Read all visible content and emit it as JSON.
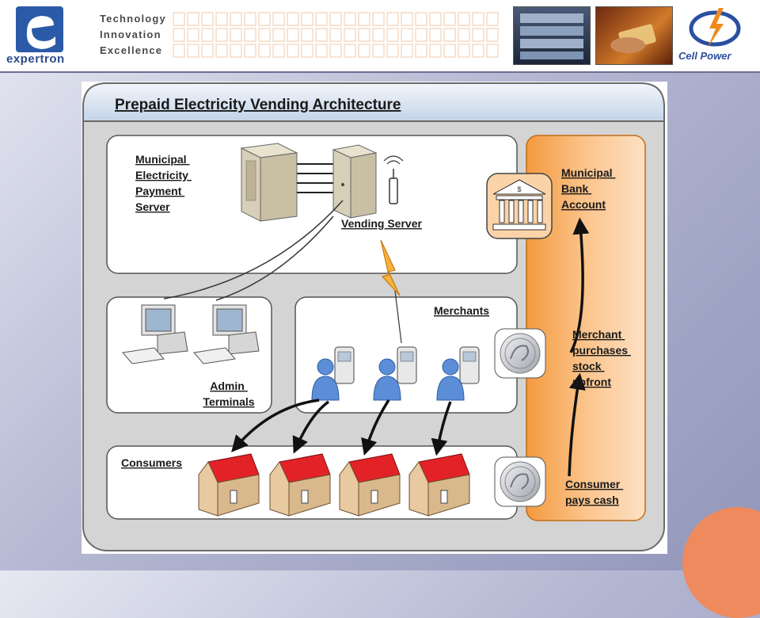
{
  "header": {
    "brand": "expertron",
    "taglines": [
      "Technology",
      "Innovation",
      "Excellence"
    ],
    "partner": "Cell Power"
  },
  "diagram": {
    "title": "Prepaid Electricity Vending Architecture",
    "payment_server_label": [
      "Municipal",
      "Electricity",
      "Payment",
      "Server"
    ],
    "vending_server_label": "Vending Server",
    "bank_label": [
      "Municipal",
      "Bank",
      "Account"
    ],
    "admin_label": [
      "Admin",
      "Terminals"
    ],
    "merchants_label": "Merchants",
    "merchant_flow_label": [
      "Merchant",
      "purchases",
      "stock",
      "upfront"
    ],
    "consumers_label": "Consumers",
    "consumer_flow_label": [
      "Consumer",
      "pays cash"
    ]
  },
  "colors": {
    "panel_fill": "#ffffff",
    "frame_fill": "#d6d6d6",
    "orange": "#f7a95c",
    "house_roof": "#e32228",
    "house_wall": "#e8c9a0",
    "person": "#5b8ed6"
  }
}
